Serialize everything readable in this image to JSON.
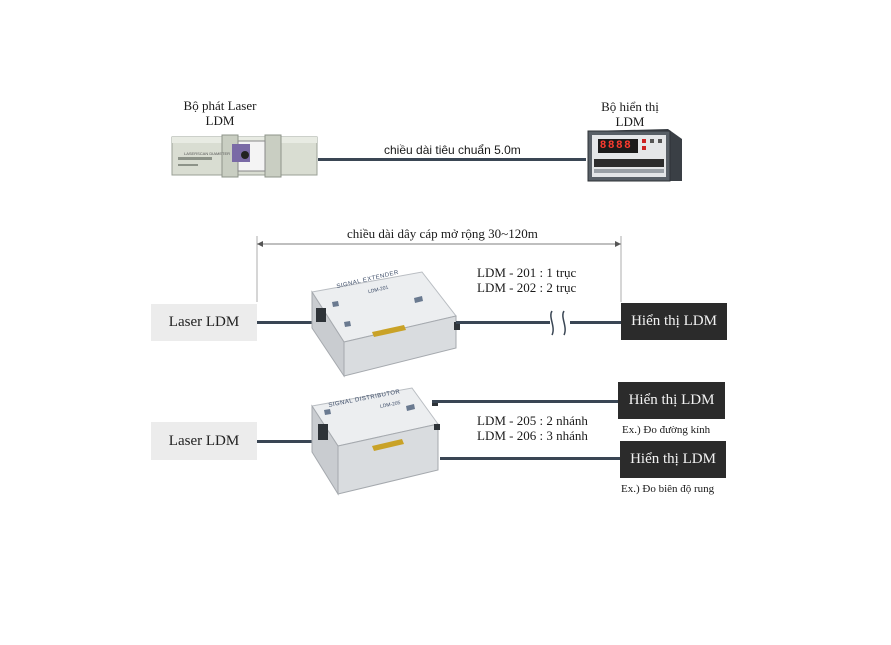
{
  "top": {
    "emitter_label_line1": "Bộ phát Laser",
    "emitter_label_line2": "LDM",
    "display_label_line1": "Bộ hiển thị",
    "display_label_line2": "LDM",
    "cable_label": "chiều dài tiêu chuẩn 5.0m",
    "emitter_plate_text": "LASERSCAN DIAMETER",
    "display_digits": "8888"
  },
  "extension": {
    "dimension_label": "chiều dài dây cáp mở rộng 30~120m"
  },
  "row1": {
    "source_label": "Laser LDM",
    "model_line1": "LDM - 201 : 1 trục",
    "model_line2": "LDM - 202 : 2 trục",
    "target_label": "Hiển thị LDM",
    "device_title": "SIGNAL EXTENDER",
    "device_model": "LDM-201"
  },
  "row2": {
    "source_label": "Laser LDM",
    "model_line1": "LDM - 205 : 2 nhánh",
    "model_line2": "LDM - 206 : 3 nhánh",
    "target1_label": "Hiển thị LDM",
    "target1_note": "Ex.) Đo đường kính",
    "target2_label": "Hiển thị LDM",
    "target2_note": "Ex.) Đo biên độ rung",
    "device_title": "SIGNAL DISTRIBUTOR",
    "device_model": "LDM-205"
  }
}
